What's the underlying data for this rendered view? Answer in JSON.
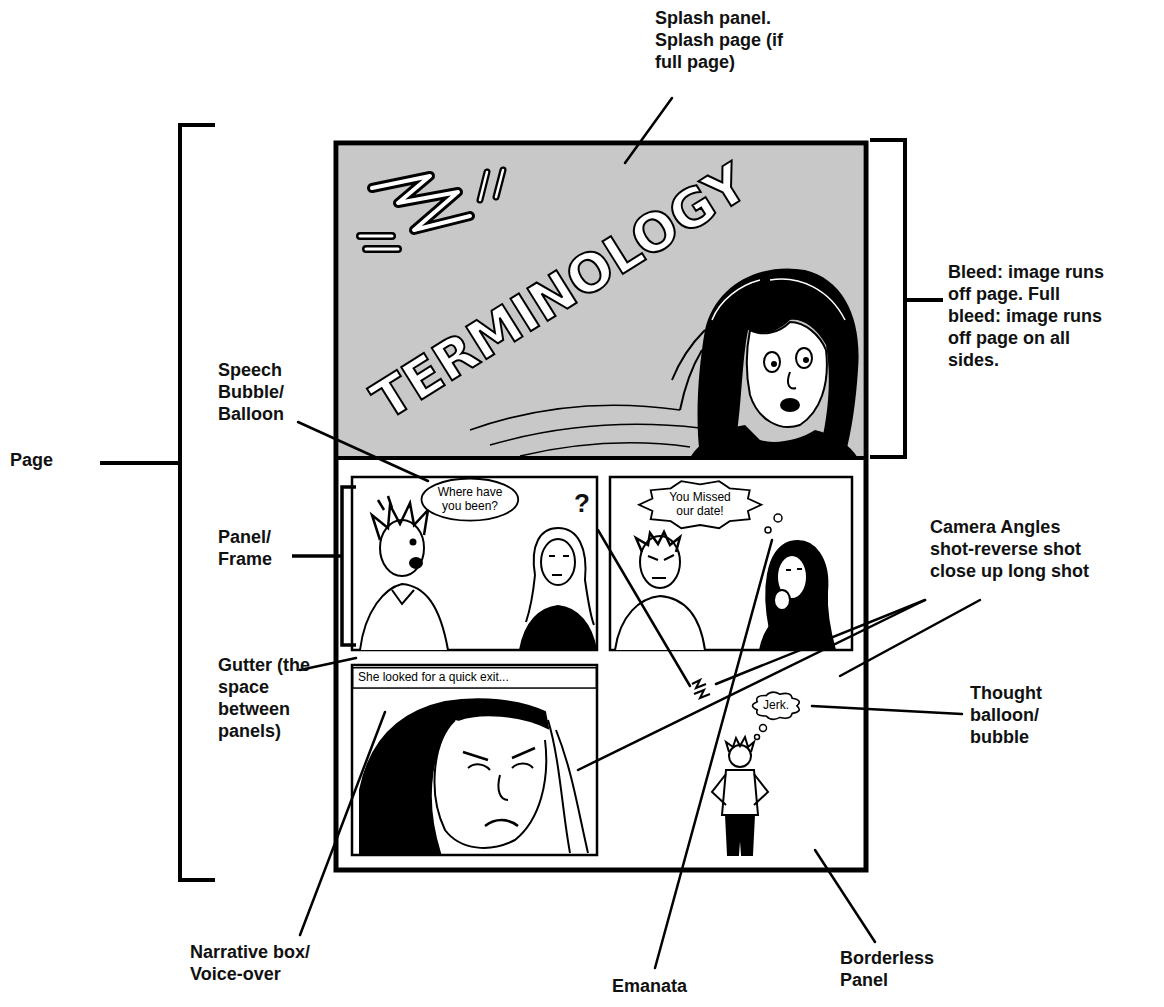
{
  "diagram": {
    "nodes": [
      {
        "text": [
          "Where have you been?"
        ]
      },
      {
        "text": [
          "You Missed our date!"
        ]
      },
      {
        "text": [
          "She looked for a quick exit..."
        ]
      },
      {
        "text": [
          "Jerk."
        ]
      }
    ],
    "labels": [
      "Splash panel. Splash page (if full page)",
      "TERMINOLOGY",
      "Page",
      "Bleed: image runs off page. Full bleed: image runs off page on all sides.",
      "Speech Bubble/ Balloon",
      "Panel/ Frame",
      "?",
      "Camera Angles shot-reverse shot close up long shot",
      "Gutter (the space between panels)",
      "Thought balloon/ bubble",
      "Narrative box/ Voice-over",
      "Emanata",
      "Borderless Panel"
    ]
  }
}
